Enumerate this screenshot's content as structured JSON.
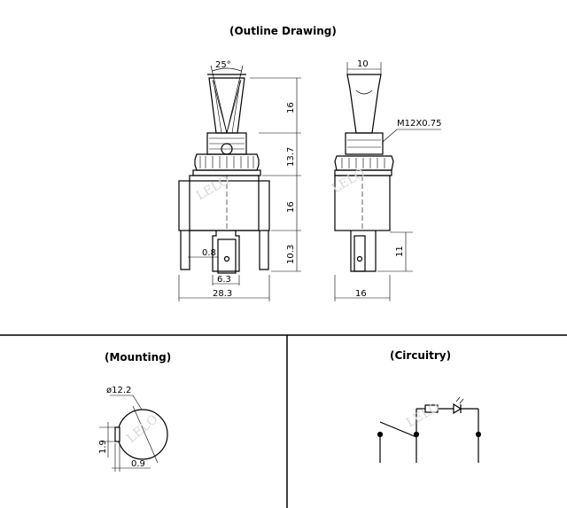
{
  "sections": {
    "outline_title": "(Outline Drawing)",
    "mounting_title": "(Mounting)",
    "circuitry_title": "(Circuitry)"
  },
  "outline": {
    "angle": "25°",
    "width_top": "10",
    "thread": "M12X0.75",
    "lever_height": "16",
    "bushing_height": "13.7",
    "body_height": "16",
    "terminal_height": "10.3",
    "terminal_width": "0.8",
    "terminal_spacing": "6.3",
    "overall_width": "28.3",
    "side_width": "16",
    "side_terminal": "11"
  },
  "mounting": {
    "hole_diameter": "ø12.2",
    "key_height": "1.9",
    "key_width": "0.9"
  },
  "watermark": "LELO"
}
